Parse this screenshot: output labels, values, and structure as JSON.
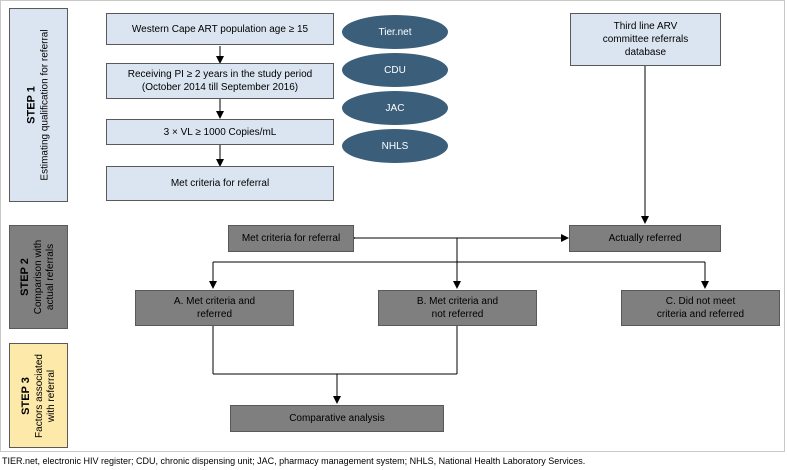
{
  "steps": {
    "step1": {
      "title": "STEP 1",
      "subtitle": "Estimating qualification for referral"
    },
    "step2": {
      "title": "STEP 2",
      "subtitle_line1": "Comparison with",
      "subtitle_line2": "actual referrals"
    },
    "step3": {
      "title": "STEP 3",
      "subtitle_line1": "Factors associated",
      "subtitle_line2": "with referral"
    }
  },
  "boxes": {
    "population": "Western Cape ART population age ≥ 15",
    "receiving_pi_line1": "Receiving PI ≥ 2 years in the study period",
    "receiving_pi_line2": "(October 2014 till September 2016)",
    "viral_load": "3 × VL ≥ 1000 Copies/mL",
    "met_criteria_step1": "Met criteria for referral",
    "third_line_line1": "Third line ARV",
    "third_line_line2": "committee referrals",
    "third_line_line3": "database",
    "met_criteria_step2": "Met criteria for referral",
    "actually_referred": "Actually referred",
    "group_a_line1": "A. Met criteria and",
    "group_a_line2": "referred",
    "group_b_line1": "B. Met criteria and",
    "group_b_line2": "not referred",
    "group_c_line1": "C. Did not meet",
    "group_c_line2": "criteria and referred",
    "comparative": "Comparative analysis"
  },
  "data_sources": [
    "Tier.net",
    "CDU",
    "JAC",
    "NHLS"
  ],
  "colors": {
    "light_box": "#dbe5f1",
    "dark_box": "#7f7f7f",
    "step3_box": "#fde9a9",
    "ellipse": "#3b5f7b"
  },
  "footnote": "TIER.net, electronic HIV register; CDU, chronic dispensing unit; JAC, pharmacy management system; NHLS, National Health Laboratory Services."
}
